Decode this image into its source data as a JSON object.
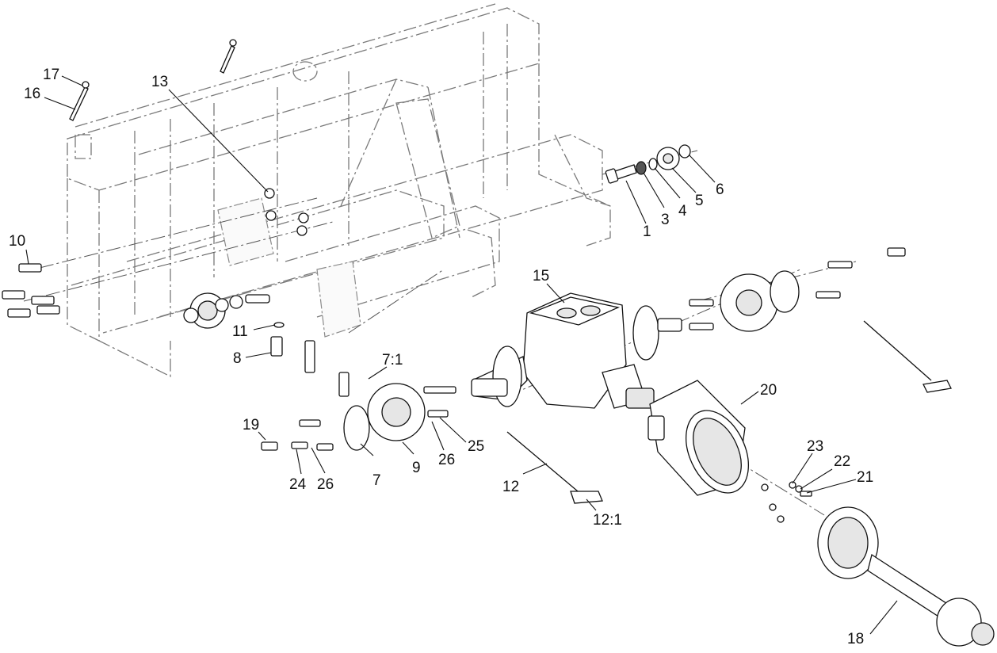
{
  "callouts": {
    "c1": "1",
    "c3": "3",
    "c4": "4",
    "c5": "5",
    "c6": "6",
    "c7": "7",
    "c7_1": "7:1",
    "c8": "8",
    "c9": "9",
    "c10": "10",
    "c11": "11",
    "c12": "12",
    "c12_1": "12:1",
    "c13": "13",
    "c15": "15",
    "c16": "16",
    "c17": "17",
    "c18": "18",
    "c19": "19",
    "c20": "20",
    "c21": "21",
    "c22": "22",
    "c23": "23",
    "c24": "24",
    "c25": "25",
    "c26a": "26",
    "c26b": "26"
  },
  "colors": {
    "line": "#111111",
    "frame": "#7a7a7a",
    "background": "#ffffff"
  }
}
